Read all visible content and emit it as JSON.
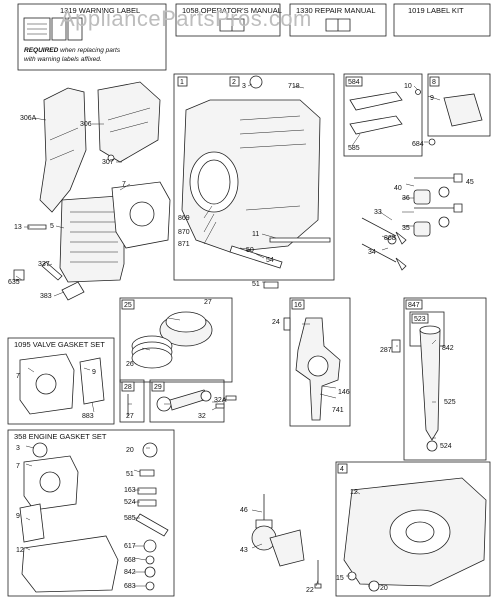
{
  "watermark": "AppliancePartsPros.com",
  "header_boxes": [
    {
      "num": "1319",
      "title": "WARNING LABEL"
    },
    {
      "num": "1058",
      "title": "OPERATOR'S MANUAL"
    },
    {
      "num": "1330",
      "title": "REPAIR MANUAL"
    },
    {
      "num": "1019",
      "title": "LABEL KIT"
    }
  ],
  "warning_note": {
    "bold": "REQUIRED",
    "line1": "when replacing parts",
    "line2": "with warning labels affixed."
  },
  "kits": {
    "valve_gasket_set": {
      "num": "1095",
      "title": "VALVE GASKET SET"
    },
    "engine_gasket_set": {
      "num": "358",
      "title": "ENGINE GASKET SET"
    }
  },
  "group_tags": [
    "1",
    "2",
    "584",
    "8",
    "25",
    "16",
    "847",
    "523",
    "28",
    "29",
    "4"
  ],
  "part_labels": [
    "306A",
    "306",
    "307",
    "7",
    "13",
    "5",
    "337",
    "635",
    "383",
    "3",
    "718",
    "869",
    "870",
    "871",
    "11",
    "50",
    "54",
    "51",
    "585",
    "10",
    "9",
    "684",
    "45",
    "40",
    "36",
    "35",
    "33",
    "868",
    "34",
    "27",
    "26",
    "24",
    "287",
    "842",
    "146",
    "741",
    "525",
    "524",
    "7",
    "9",
    "883",
    "27",
    "32A",
    "32",
    "3",
    "7",
    "9",
    "12",
    "20",
    "51",
    "163",
    "524",
    "585",
    "617",
    "668",
    "842",
    "683",
    "46",
    "43",
    "12",
    "22",
    "15",
    "20"
  ]
}
